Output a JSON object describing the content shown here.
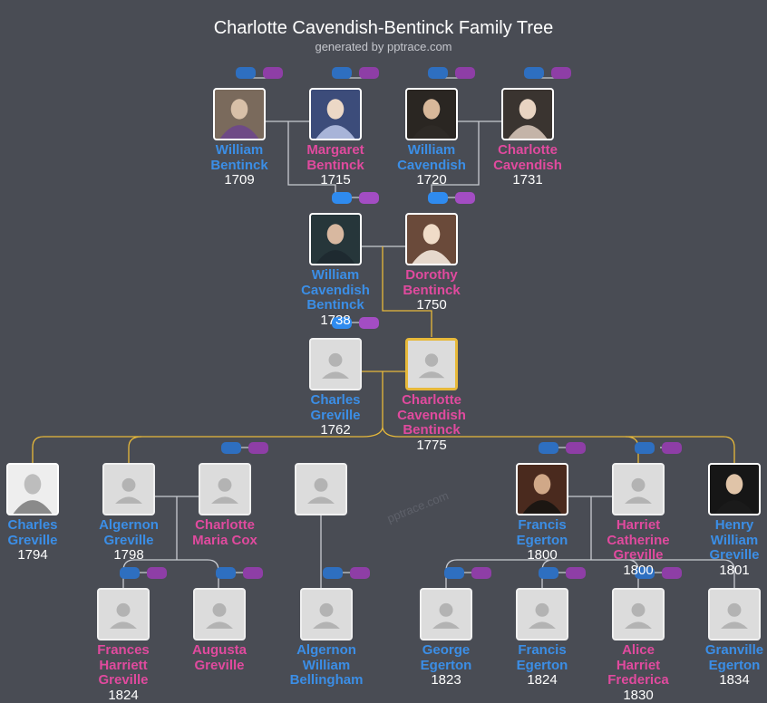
{
  "header": {
    "title": "Charlotte Cavendish-Bentinck Family Tree",
    "subtitle": "generated by pptrace.com"
  },
  "watermark": "pptrace.com",
  "colors": {
    "background": "#494c54",
    "male": "#3b8ee6",
    "female": "#e04a9e",
    "line_default": "#c8cbd1",
    "line_highlight": "#e7b93a",
    "male_pill": "#2e6fc0",
    "female_pill": "#8e3ea6"
  },
  "people": [
    {
      "id": "william-bentinck",
      "name": [
        "William",
        "Bentinck"
      ],
      "year": "1709",
      "gender": "male",
      "photo": true
    },
    {
      "id": "margaret-bentinck",
      "name": [
        "Margaret",
        "Bentinck"
      ],
      "year": "1715",
      "gender": "female",
      "photo": true
    },
    {
      "id": "william-cavendish",
      "name": [
        "William",
        "Cavendish"
      ],
      "year": "1720",
      "gender": "male",
      "photo": true
    },
    {
      "id": "charlotte-cavendish",
      "name": [
        "Charlotte",
        "Cavendish"
      ],
      "year": "1731",
      "gender": "female",
      "photo": true
    },
    {
      "id": "william-cavendish-bentinck",
      "name": [
        "William",
        "Cavendish",
        "Bentinck"
      ],
      "year": "1738",
      "gender": "male",
      "photo": true
    },
    {
      "id": "dorothy-bentinck",
      "name": [
        "Dorothy",
        "Bentinck"
      ],
      "year": "1750",
      "gender": "female",
      "photo": true
    },
    {
      "id": "charles-greville-1762",
      "name": [
        "Charles",
        "Greville"
      ],
      "year": "1762",
      "gender": "male",
      "photo": false
    },
    {
      "id": "charlotte-cavendish-bentinck",
      "name": [
        "Charlotte",
        "Cavendish",
        "Bentinck"
      ],
      "year": "1775",
      "gender": "female",
      "photo": false,
      "selected": true
    },
    {
      "id": "charles-greville-1794",
      "name": [
        "Charles",
        "Greville"
      ],
      "year": "1794",
      "gender": "male",
      "photo": true
    },
    {
      "id": "algernon-greville",
      "name": [
        "Algernon",
        "Greville"
      ],
      "year": "1798",
      "gender": "male",
      "photo": false
    },
    {
      "id": "charlotte-maria-cox",
      "name": [
        "Charlotte",
        "Maria Cox"
      ],
      "year": "",
      "gender": "female",
      "photo": false
    },
    {
      "id": "unknown-spouse",
      "name": [],
      "year": "",
      "gender": "male",
      "photo": false
    },
    {
      "id": "francis-egerton-1800",
      "name": [
        "Francis",
        "Egerton"
      ],
      "year": "1800",
      "gender": "male",
      "photo": true
    },
    {
      "id": "harriet-catherine-greville",
      "name": [
        "Harriet",
        "Catherine",
        "Greville"
      ],
      "year": "1800",
      "gender": "female",
      "photo": false
    },
    {
      "id": "henry-william-greville",
      "name": [
        "Henry",
        "William",
        "Greville"
      ],
      "year": "1801",
      "gender": "male",
      "photo": true
    },
    {
      "id": "frances-harriett-greville",
      "name": [
        "Frances",
        "Harriett",
        "Greville"
      ],
      "year": "1824",
      "gender": "female",
      "photo": false
    },
    {
      "id": "augusta-greville",
      "name": [
        "Augusta",
        "Greville"
      ],
      "year": "",
      "gender": "female",
      "photo": false
    },
    {
      "id": "algernon-william-bellingham",
      "name": [
        "Algernon",
        "William",
        "Bellingham"
      ],
      "year": "",
      "gender": "male",
      "photo": false
    },
    {
      "id": "george-egerton",
      "name": [
        "George",
        "Egerton"
      ],
      "year": "1823",
      "gender": "male",
      "photo": false
    },
    {
      "id": "francis-egerton-1824",
      "name": [
        "Francis",
        "Egerton"
      ],
      "year": "1824",
      "gender": "male",
      "photo": false
    },
    {
      "id": "alice-harriet-frederica",
      "name": [
        "Alice",
        "Harriet",
        "Frederica"
      ],
      "year": "1830",
      "gender": "female",
      "photo": false
    },
    {
      "id": "granville-egerton",
      "name": [
        "Granville",
        "Egerton"
      ],
      "year": "1834",
      "gender": "male",
      "photo": false
    }
  ]
}
